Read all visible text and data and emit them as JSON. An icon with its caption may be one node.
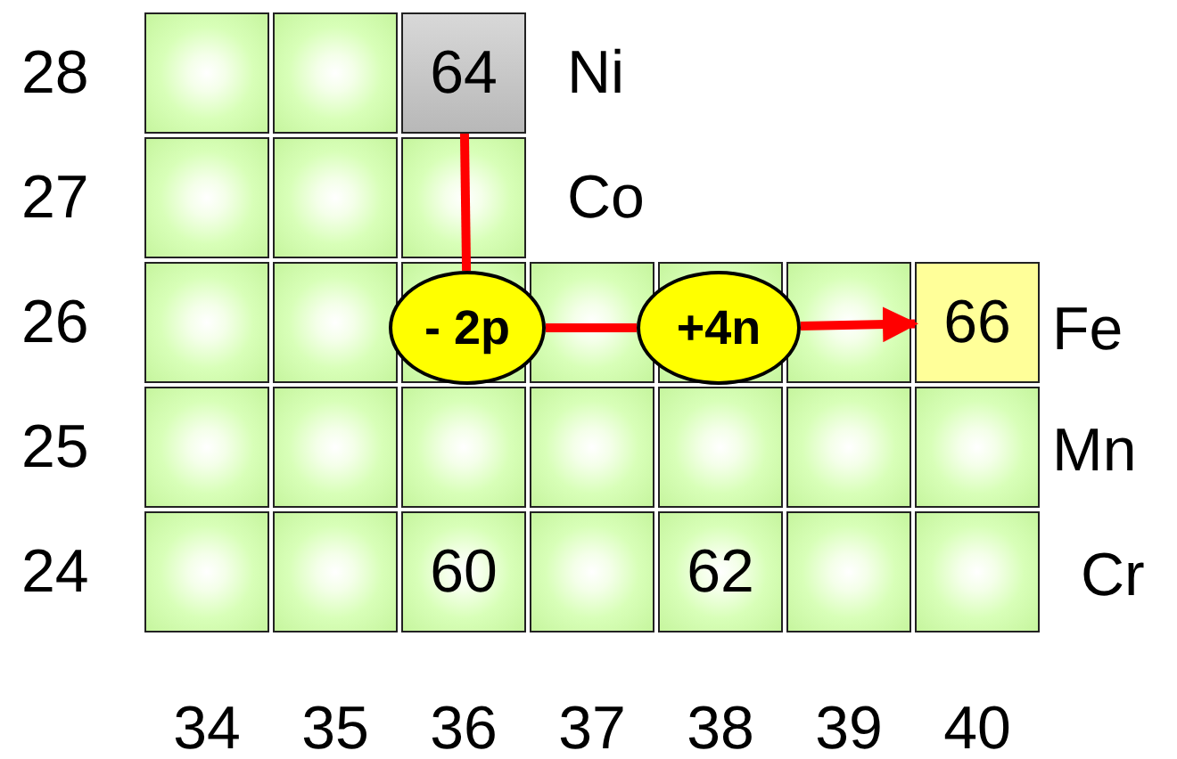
{
  "diagram": {
    "nodes": [
      {
        "text": [
          "64"
        ]
      },
      {
        "text": [
          "66"
        ]
      },
      {
        "text": [
          "60"
        ]
      },
      {
        "text": [
          "62"
        ]
      },
      {
        "text": [
          "- 2p"
        ]
      },
      {
        "text": [
          "+4n"
        ]
      }
    ],
    "edges": [
      {
        "from": 0,
        "to": 4,
        "arrow": "none"
      },
      {
        "from": 4,
        "to": 5,
        "arrow": "none"
      },
      {
        "from": 5,
        "to": 1,
        "arrow": "to"
      }
    ],
    "labels": [
      "28",
      "Ni",
      "27",
      "Co",
      "26",
      "Fe",
      "25",
      "Mn",
      "24",
      "Cr",
      "34",
      "35",
      "36",
      "37",
      "38",
      "39",
      "40"
    ]
  }
}
